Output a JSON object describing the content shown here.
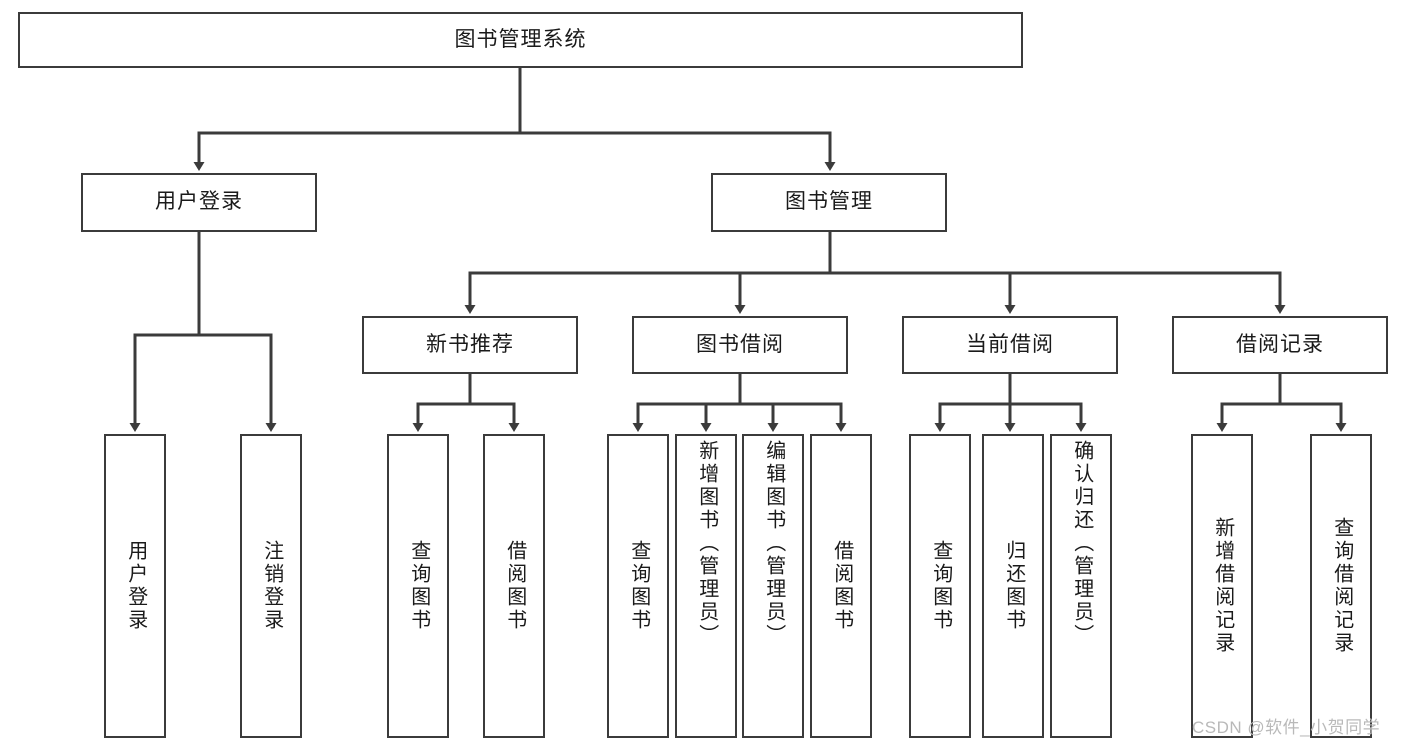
{
  "diagram": {
    "title": "图书管理系统",
    "type": "hierarchy-tree",
    "line_color": "#3b3b3b",
    "box_fill": "#ffffff",
    "root": {
      "label": "图书管理系统"
    },
    "level2": [
      {
        "label": "用户登录"
      },
      {
        "label": "图书管理"
      }
    ],
    "level3": [
      {
        "label": "新书推荐"
      },
      {
        "label": "图书借阅"
      },
      {
        "label": "当前借阅"
      },
      {
        "label": "借阅记录"
      }
    ],
    "leaves": {
      "user_login": [
        {
          "label": "用户登录"
        },
        {
          "label": "注销登录"
        }
      ],
      "new_book_recommend": [
        {
          "label": "查询图书"
        },
        {
          "label": "借阅图书"
        }
      ],
      "book_borrow": [
        {
          "label": "查询图书"
        },
        {
          "label": "新增图书（管理员）"
        },
        {
          "label": "编辑图书（管理员）"
        },
        {
          "label": "借阅图书"
        }
      ],
      "current_borrow": [
        {
          "label": "查询图书"
        },
        {
          "label": "归还图书"
        },
        {
          "label": "确认归还（管理员）"
        }
      ],
      "borrow_records": [
        {
          "label": "新增借阅记录"
        },
        {
          "label": "查询借阅记录"
        }
      ]
    }
  },
  "watermark": {
    "text": "CSDN @软件_小贺同学",
    "color": "#b9b9b9"
  }
}
